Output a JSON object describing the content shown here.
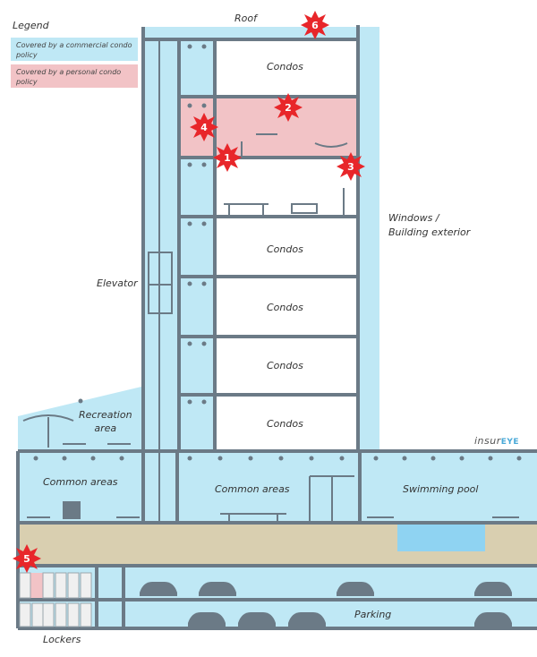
{
  "legend": {
    "title": "Legend",
    "commercial": "Covered by a commercial condo policy",
    "personal": "Covered by a personal condo policy"
  },
  "colors": {
    "commercial_fill": "#bfe8f5",
    "personal_fill": "#f2c3c6",
    "wall": "#6b7a86",
    "ground": "#d9cfb0",
    "pool": "#8fd3f2",
    "star": "#e8262a"
  },
  "labels": {
    "roof": "Roof",
    "condos": "Condos",
    "elevator": "Elevator",
    "windows": "Windows /\nBuilding exterior",
    "recreation": "Recreation\narea",
    "common_left": "Common areas",
    "common_center": "Common areas",
    "pool": "Swimming pool",
    "parking": "Parking",
    "lockers": "Lockers"
  },
  "brand": {
    "name": "insur",
    "suffix": "EYE"
  },
  "markers": [
    "1",
    "2",
    "3",
    "4",
    "5",
    "6"
  ],
  "icons": [
    "star-burst-icon",
    "car-icon",
    "lamp-icon",
    "table-icon",
    "lounge-chair-icon",
    "umbrella-icon"
  ]
}
